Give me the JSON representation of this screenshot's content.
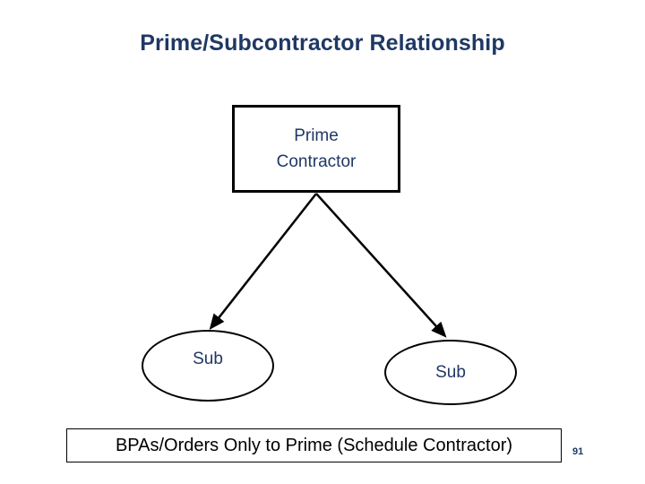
{
  "slide": {
    "title": "Prime/Subcontractor Relationship",
    "page_number": "91",
    "colors": {
      "title_text": "#1f3864",
      "node_text": "#1f3864",
      "outline": "#000000",
      "background": "#ffffff",
      "footer_text": "#000000"
    }
  },
  "diagram": {
    "type": "hierarchy",
    "nodes": [
      {
        "id": "prime",
        "shape": "rectangle",
        "label_line1": "Prime",
        "label_line2": "Contractor"
      },
      {
        "id": "sub-left",
        "shape": "ellipse",
        "label": "Sub"
      },
      {
        "id": "sub-right",
        "shape": "ellipse",
        "label": "Sub"
      }
    ],
    "connectors": [
      {
        "from": "prime",
        "to": "sub-left",
        "arrow": "end"
      },
      {
        "from": "prime",
        "to": "sub-right",
        "arrow": "end"
      }
    ]
  },
  "footer": {
    "note": "BPAs/Orders Only to Prime (Schedule Contractor)"
  }
}
